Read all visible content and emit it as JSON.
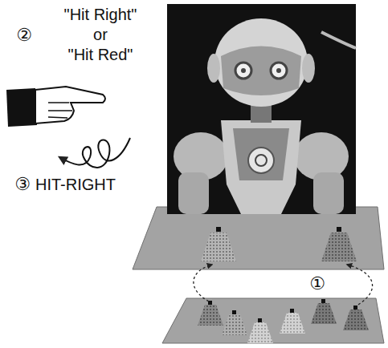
{
  "diagram": {
    "labels": [
      "②",
      "\"Hit Right\"",
      "or",
      "\"Hit Red\"",
      "③",
      "HIT-RIGHT",
      "①"
    ]
  }
}
